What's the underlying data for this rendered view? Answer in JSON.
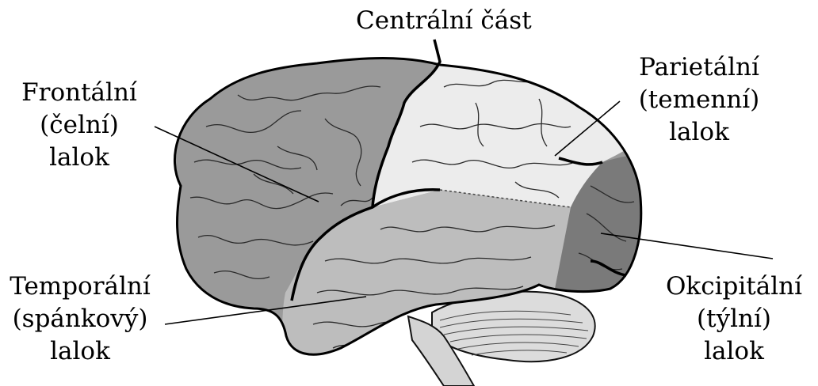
{
  "diagram": {
    "labels": {
      "central": [
        "Centrální část"
      ],
      "frontal": [
        "Frontální",
        "(čelní)",
        "lalok"
      ],
      "parietal": [
        "Parietální",
        "(temenní)",
        "lalok"
      ],
      "temporal": [
        "Temporální",
        "(spánkový)",
        "lalok"
      ],
      "occipital": [
        "Okcipitální",
        "(týlní)",
        "lalok"
      ]
    },
    "colors": {
      "frontal": "#9a9a9a",
      "parietal": "#ececec",
      "temporal": "#bdbdbd",
      "occipital": "#7a7a7a",
      "cerebellum": "#dcdcdc",
      "outline": "#111111",
      "sulcus": "#333333"
    }
  }
}
